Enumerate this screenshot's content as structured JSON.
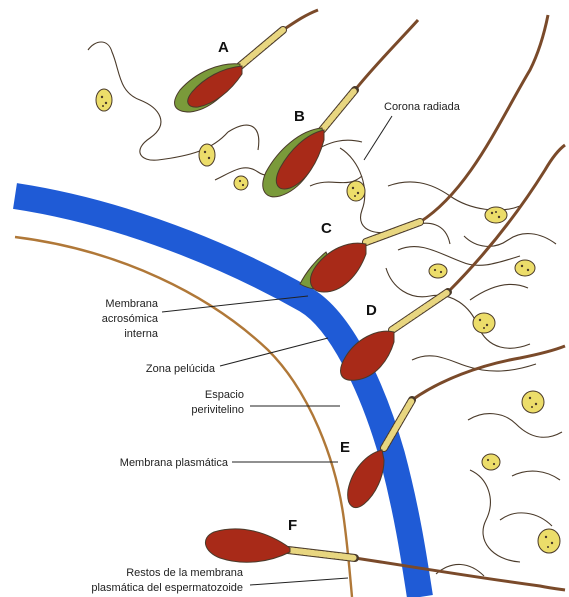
{
  "stages": {
    "a": "A",
    "b": "B",
    "c": "C",
    "d": "D",
    "e": "E",
    "f": "F"
  },
  "labels": {
    "corona": "Corona radiada",
    "membrana_acrosomica": [
      "Membrana",
      "acrosómica",
      "interna"
    ],
    "zona_pelucida": "Zona pelúcida",
    "espacio_perivitelino": [
      "Espacio",
      "perivitelino"
    ],
    "membrana_plasmatica": "Membrana plasmática",
    "restos": [
      "Restos de la membrana",
      "plasmática del espermatozoide"
    ]
  },
  "colors": {
    "zona": "#1f5bd6",
    "sperm_head": "#a82a18",
    "acrosome": "#7a9a3a",
    "midpiece": "#e8d680",
    "nucleus_cell": "#ecdd6a",
    "outline": "#4a3a2a",
    "tail": "#7a4a2a"
  }
}
